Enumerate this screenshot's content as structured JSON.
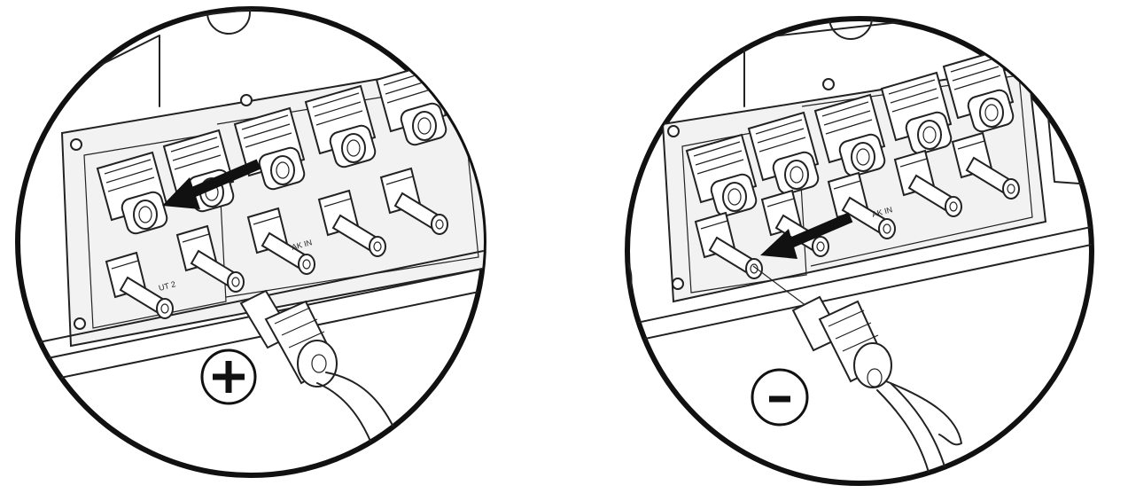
{
  "figure": {
    "panels": [
      {
        "id": "positive",
        "polarity_symbol": "+",
        "connector_labels": [
          "UT 2",
          "AK IN"
        ]
      },
      {
        "id": "negative",
        "polarity_symbol": "-",
        "connector_labels": [
          "AK IN"
        ]
      }
    ]
  }
}
